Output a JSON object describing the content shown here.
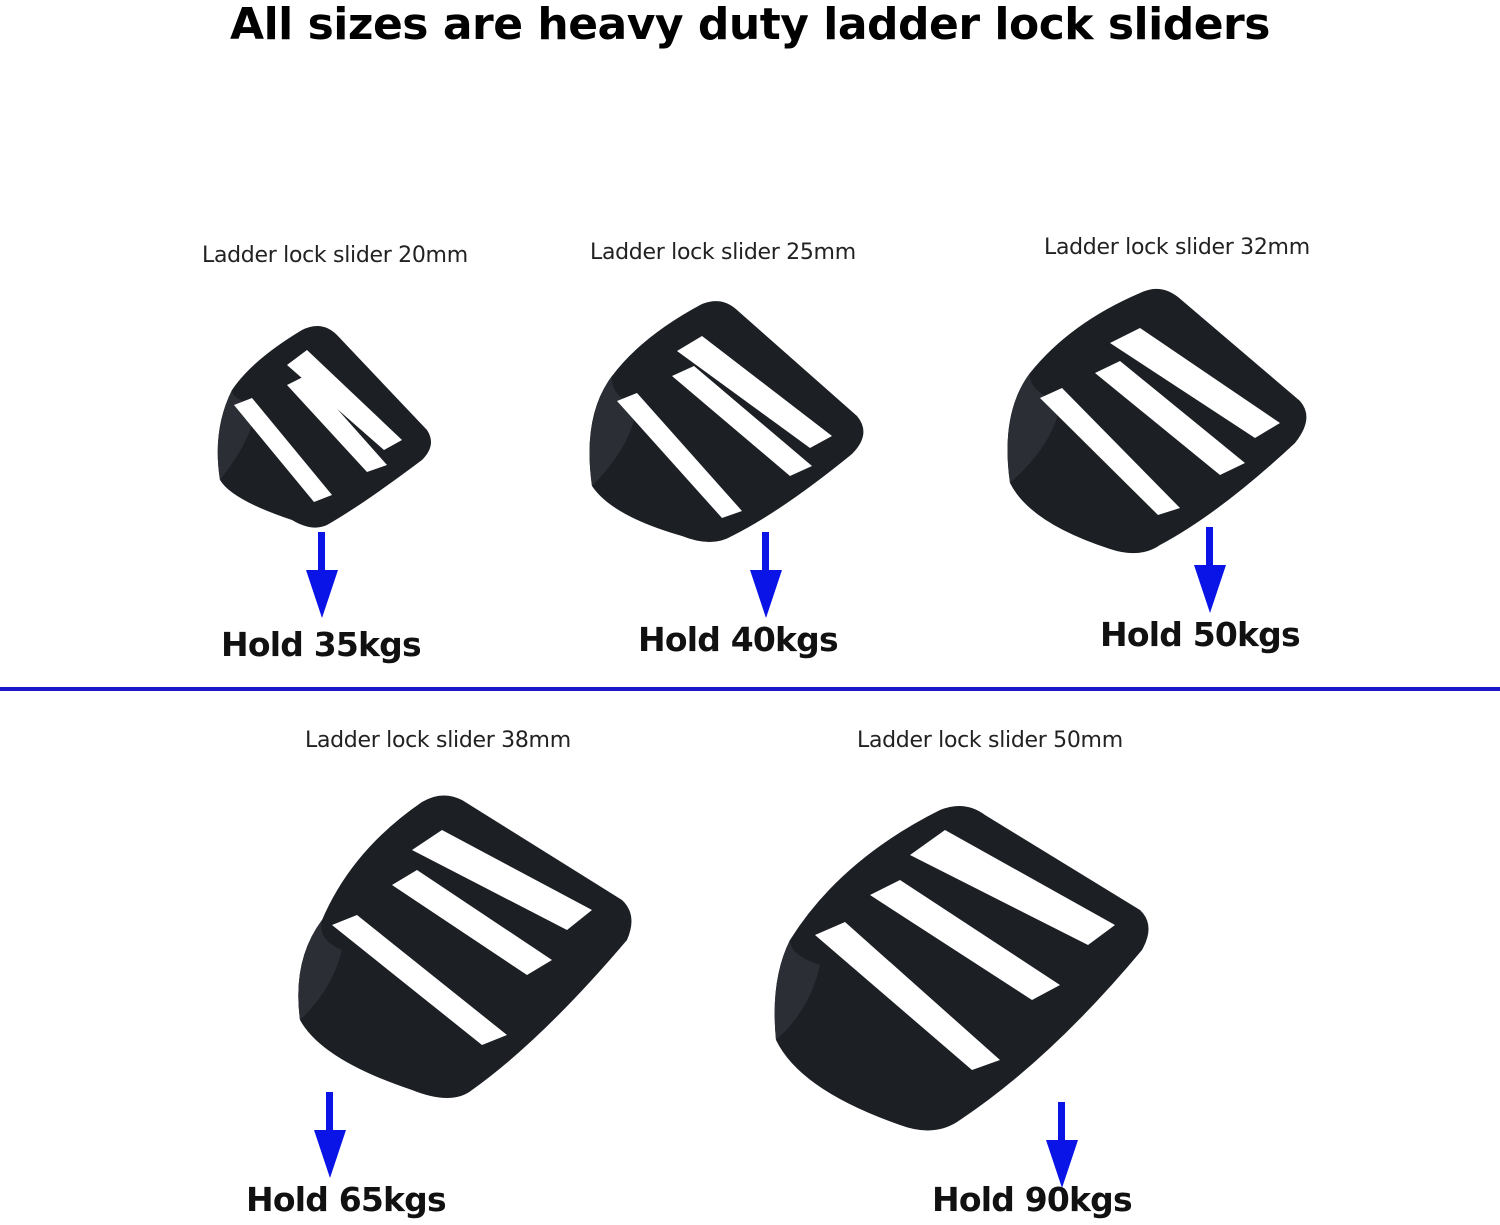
{
  "headline": "All sizes are heavy duty ladder lock sliders",
  "colors": {
    "arrow": "#0a14e6",
    "divider": "#1a18c8",
    "buckle": "#1c1f24",
    "buckle_highlight": "#3a3f46",
    "slot": "#ffffff"
  },
  "sliders": [
    {
      "caption": "Ladder lock slider 20mm",
      "load": "Hold 35kgs"
    },
    {
      "caption": "Ladder lock slider 25mm",
      "load": "Hold 40kgs"
    },
    {
      "caption": "Ladder lock slider 32mm",
      "load": "Hold 50kgs"
    },
    {
      "caption": "Ladder lock slider 38mm",
      "load": "Hold 65kgs"
    },
    {
      "caption": "Ladder lock slider 50mm",
      "load": "Hold 90kgs"
    }
  ]
}
